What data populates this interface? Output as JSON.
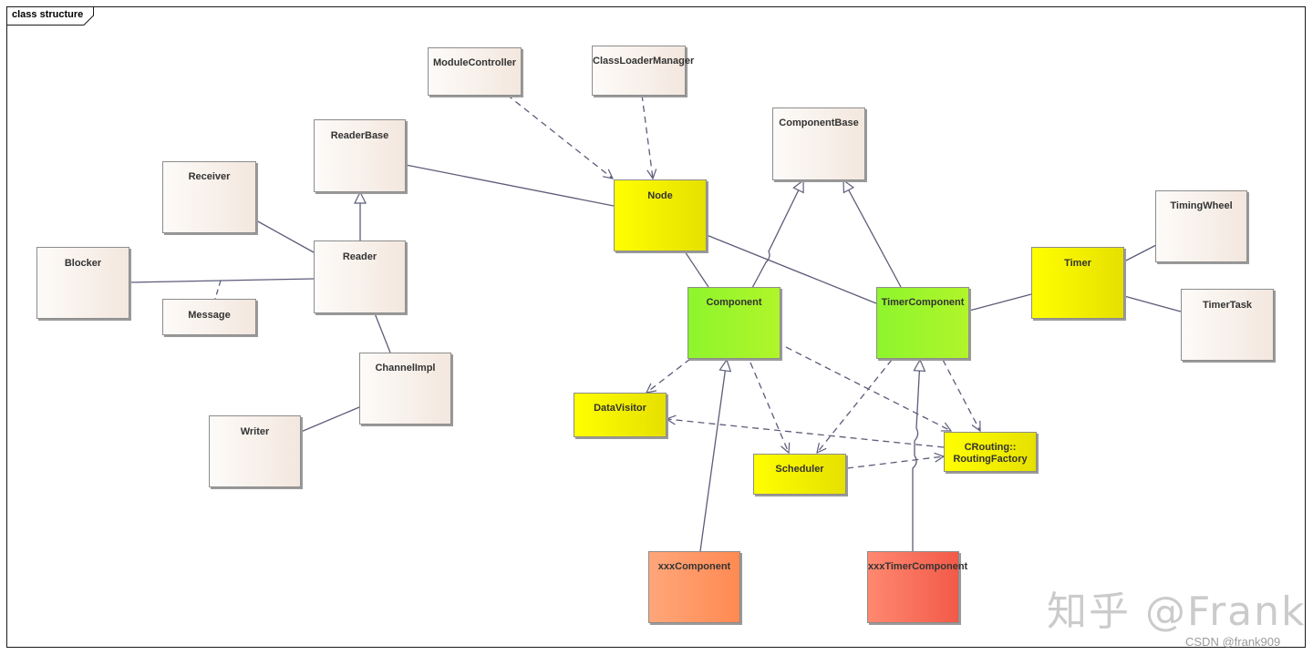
{
  "diagram": {
    "frame_title": "class structure",
    "classes": {
      "module_controller": "ModuleController",
      "class_loader_manager": "ClassLoaderManager",
      "reader_base": "ReaderBase",
      "component_base": "ComponentBase",
      "receiver": "Receiver",
      "node": "Node",
      "timing_wheel": "TimingWheel",
      "blocker": "Blocker",
      "reader": "Reader",
      "timer": "Timer",
      "message": "Message",
      "component": "Component",
      "timer_component": "TimerComponent",
      "timer_task": "TimerTask",
      "channel_impl": "ChannelImpl",
      "data_visitor": "DataVisitor",
      "writer": "Writer",
      "routing_factory": "CRouting::\nRoutingFactory",
      "scheduler": "Scheduler",
      "xxx_component": "xxxComponent",
      "xxx_timer_component": "xxxTimerComponent"
    },
    "colors": {
      "plain": "#f3e7de",
      "yellow": "#ffff00",
      "green": "#a0f52b",
      "orange": "#ff9a66",
      "red": "#f5705e",
      "edge": "#5c5c7a"
    }
  },
  "watermark": {
    "zhihu": "知乎 @Frank",
    "csdn": "CSDN @frank909"
  }
}
